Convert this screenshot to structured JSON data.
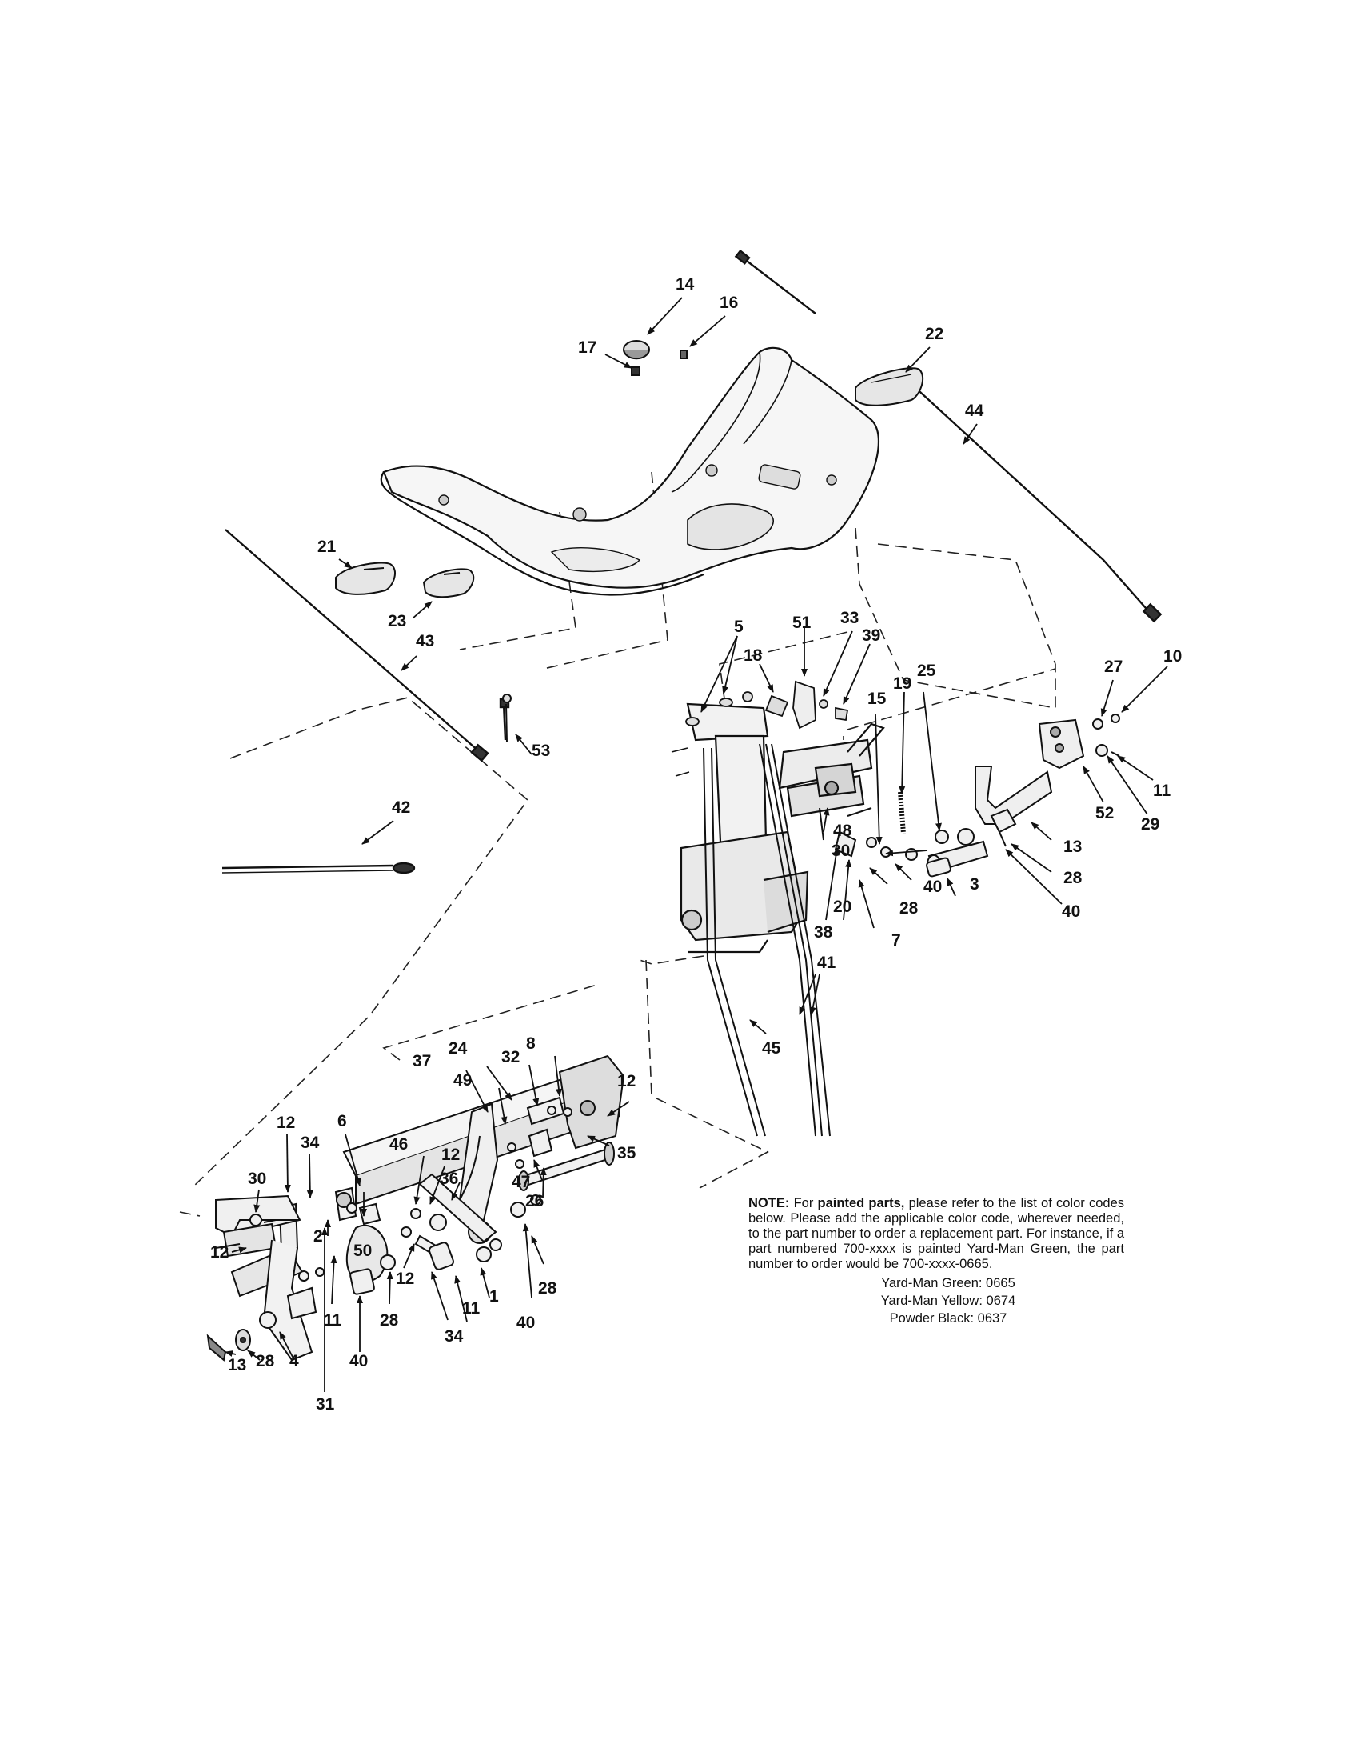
{
  "note": {
    "lead": "NOTE:",
    "pre": "For",
    "emphasis": "painted parts,",
    "body": "please refer to the list of color codes below. Please add the applicable color code, wherever needed, to the part number to order a replacement part. For instance, if a part numbered 700-xxxx is painted Yard-Man Green, the part number to order would be 700-xxxx-0665.",
    "codes": [
      "Yard-Man Green: 0665",
      "Yard-Man Yellow: 0674",
      "Powder Black: 0637"
    ]
  },
  "callouts": [
    {
      "id": "14",
      "label": "14"
    },
    {
      "id": "16",
      "label": "16"
    },
    {
      "id": "17",
      "label": "17"
    },
    {
      "id": "22",
      "label": "22"
    },
    {
      "id": "44",
      "label": "44"
    },
    {
      "id": "21",
      "label": "21"
    },
    {
      "id": "23",
      "label": "23"
    },
    {
      "id": "43",
      "label": "43"
    },
    {
      "id": "53",
      "label": "53"
    },
    {
      "id": "42",
      "label": "42"
    },
    {
      "id": "5",
      "label": "5"
    },
    {
      "id": "51",
      "label": "51"
    },
    {
      "id": "33",
      "label": "33"
    },
    {
      "id": "39",
      "label": "39"
    },
    {
      "id": "18",
      "label": "18"
    },
    {
      "id": "19",
      "label": "19"
    },
    {
      "id": "25",
      "label": "25"
    },
    {
      "id": "15",
      "label": "15"
    },
    {
      "id": "27",
      "label": "27"
    },
    {
      "id": "10",
      "label": "10"
    },
    {
      "id": "48",
      "label": "48"
    },
    {
      "id": "30a",
      "label": "30"
    },
    {
      "id": "20",
      "label": "20"
    },
    {
      "id": "38",
      "label": "38"
    },
    {
      "id": "7",
      "label": "7"
    },
    {
      "id": "28a",
      "label": "28"
    },
    {
      "id": "40a",
      "label": "40"
    },
    {
      "id": "3",
      "label": "3"
    },
    {
      "id": "13a",
      "label": "13"
    },
    {
      "id": "28b",
      "label": "28"
    },
    {
      "id": "40b",
      "label": "40"
    },
    {
      "id": "52",
      "label": "52"
    },
    {
      "id": "29",
      "label": "29"
    },
    {
      "id": "11a",
      "label": "11"
    },
    {
      "id": "41",
      "label": "41"
    },
    {
      "id": "45",
      "label": "45"
    },
    {
      "id": "37",
      "label": "37"
    },
    {
      "id": "24",
      "label": "24"
    },
    {
      "id": "32",
      "label": "32"
    },
    {
      "id": "8",
      "label": "8"
    },
    {
      "id": "49",
      "label": "49"
    },
    {
      "id": "12a",
      "label": "12"
    },
    {
      "id": "35",
      "label": "35"
    },
    {
      "id": "47",
      "label": "47"
    },
    {
      "id": "26",
      "label": "26"
    },
    {
      "id": "6",
      "label": "6"
    },
    {
      "id": "12b",
      "label": "12"
    },
    {
      "id": "34a",
      "label": "34"
    },
    {
      "id": "46",
      "label": "46"
    },
    {
      "id": "12c",
      "label": "12"
    },
    {
      "id": "36",
      "label": "36"
    },
    {
      "id": "30b",
      "label": "30"
    },
    {
      "id": "2",
      "label": "2"
    },
    {
      "id": "50",
      "label": "50"
    },
    {
      "id": "12d",
      "label": "12"
    },
    {
      "id": "12e",
      "label": "12"
    },
    {
      "id": "11b",
      "label": "11"
    },
    {
      "id": "28c",
      "label": "28"
    },
    {
      "id": "34b",
      "label": "34"
    },
    {
      "id": "11c",
      "label": "11"
    },
    {
      "id": "1",
      "label": "1"
    },
    {
      "id": "40c",
      "label": "40"
    },
    {
      "id": "28d",
      "label": "28"
    },
    {
      "id": "13b",
      "label": "13"
    },
    {
      "id": "28e",
      "label": "28"
    },
    {
      "id": "4",
      "label": "4"
    },
    {
      "id": "40d",
      "label": "40"
    },
    {
      "id": "31",
      "label": "31"
    }
  ]
}
